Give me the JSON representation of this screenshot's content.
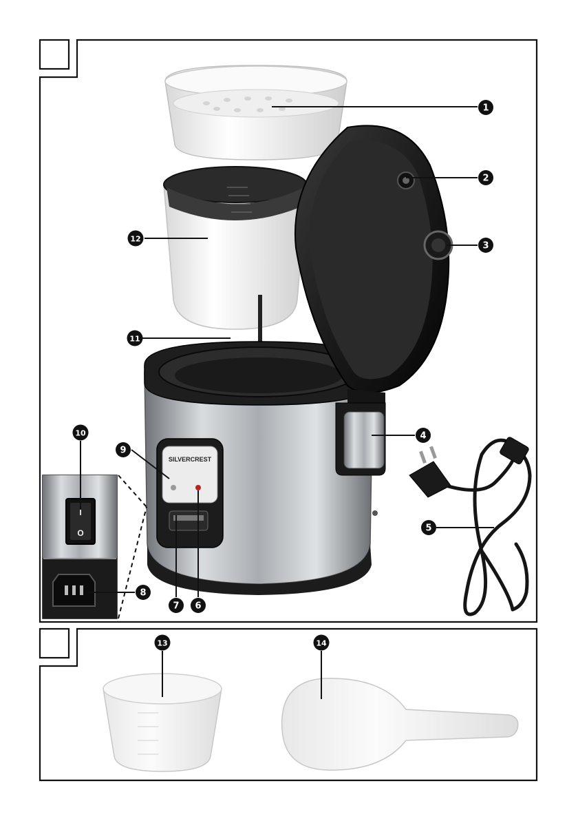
{
  "panels": [
    {
      "id": "panel-a",
      "label": ""
    },
    {
      "id": "panel-b",
      "label": ""
    }
  ],
  "brand": {
    "text": "SILVERCREST"
  },
  "switch": {
    "on_mark": "I",
    "off_mark": "O"
  },
  "callouts": [
    {
      "num": "1",
      "target": "steamer-insert"
    },
    {
      "num": "2",
      "target": "steam-vent"
    },
    {
      "num": "3",
      "target": "lid-release-knob"
    },
    {
      "num": "4",
      "target": "condensation-collector"
    },
    {
      "num": "5",
      "target": "power-cord"
    },
    {
      "num": "6",
      "target": "keep-warm-indicator"
    },
    {
      "num": "7",
      "target": "cook-lever"
    },
    {
      "num": "8",
      "target": "power-socket"
    },
    {
      "num": "9",
      "target": "cook-indicator"
    },
    {
      "num": "10",
      "target": "on-off-switch"
    },
    {
      "num": "11",
      "target": "heating-plate"
    },
    {
      "num": "12",
      "target": "inner-pot"
    },
    {
      "num": "13",
      "target": "measuring-cup"
    },
    {
      "num": "14",
      "target": "rice-spoon"
    }
  ],
  "colors": {
    "frame": "#111111",
    "callout_fill": "#111111",
    "steel": "#b9bcbf",
    "lid": "#1a1a1a",
    "white_parts": "#f4f4f4"
  }
}
